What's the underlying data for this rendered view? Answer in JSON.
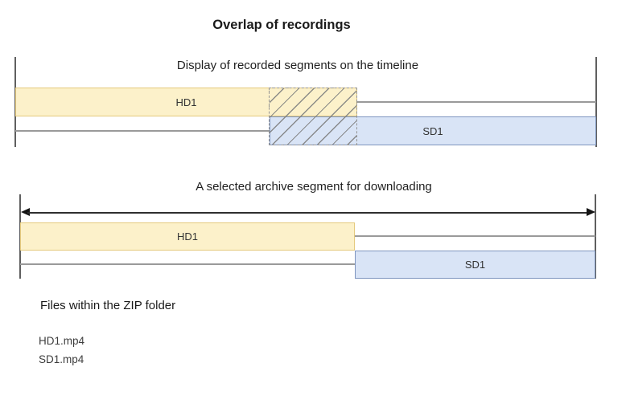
{
  "header": {
    "title": "Overlap of recordings"
  },
  "timeline_recorded": {
    "title": "Display of recorded segments on the timeline",
    "bars": [
      {
        "label": "HD1",
        "fill": "#FCF1CA",
        "border": "#E4C97D"
      },
      {
        "label": "SD1",
        "fill": "#D9E4F6",
        "border": "#7E95BF"
      }
    ],
    "overlap": {
      "description": "overlapping interval of HD1 and SD1",
      "pattern": "diagonal-hatch",
      "border_style": "dashed",
      "hatch_color": "#808080",
      "border_color": "#949494"
    }
  },
  "timeline_archive": {
    "title": "A selected archive segment for downloading",
    "bars": [
      {
        "label": "HD1",
        "fill": "#FCF1CA",
        "border": "#E4C97D"
      },
      {
        "label": "SD1",
        "fill": "#D9E4F6",
        "border": "#7E95BF"
      }
    ],
    "selection_arrow": {
      "type": "double-headed",
      "color": "#2e2e2e"
    }
  },
  "zip_section": {
    "heading": "Files within the ZIP folder",
    "files": [
      "HD1.mp4",
      "SD1.mp4"
    ]
  },
  "colors": {
    "background": "#FFFFFF",
    "boundary_line": "#5F5F5F",
    "track_line": "#9A9A9A",
    "title_text": "#1A1A1A",
    "bar_label_text": "#333333"
  }
}
